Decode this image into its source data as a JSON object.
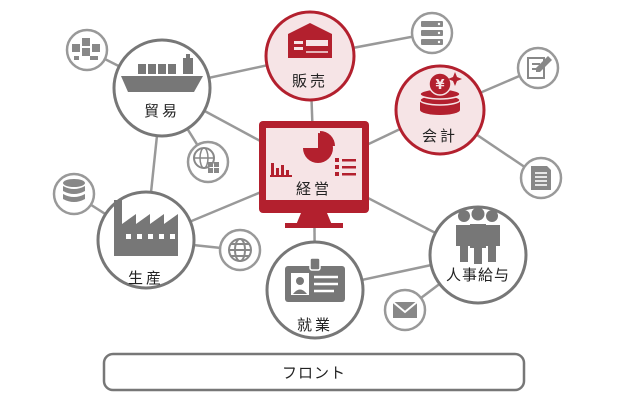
{
  "nodes": {
    "hanbai": {
      "label": "販売",
      "icon": "warehouse-icon"
    },
    "kaikei": {
      "label": "会計",
      "icon": "yen-coins-icon"
    },
    "keiei": {
      "label": "経営",
      "icon": "monitor-dashboard-icon"
    },
    "boeki": {
      "label": "貿易",
      "icon": "cargo-ship-icon"
    },
    "seisan": {
      "label": "生産",
      "icon": "factory-icon"
    },
    "shugyo": {
      "label": "就業",
      "icon": "id-card-icon"
    },
    "jinji": {
      "label": "人事給与",
      "icon": "people-icon"
    }
  },
  "front": {
    "label": "フロント"
  },
  "colors": {
    "accent": "#b3202e",
    "accent_fill": "#f6e4e6",
    "gray": "#777777",
    "line": "#999999"
  }
}
